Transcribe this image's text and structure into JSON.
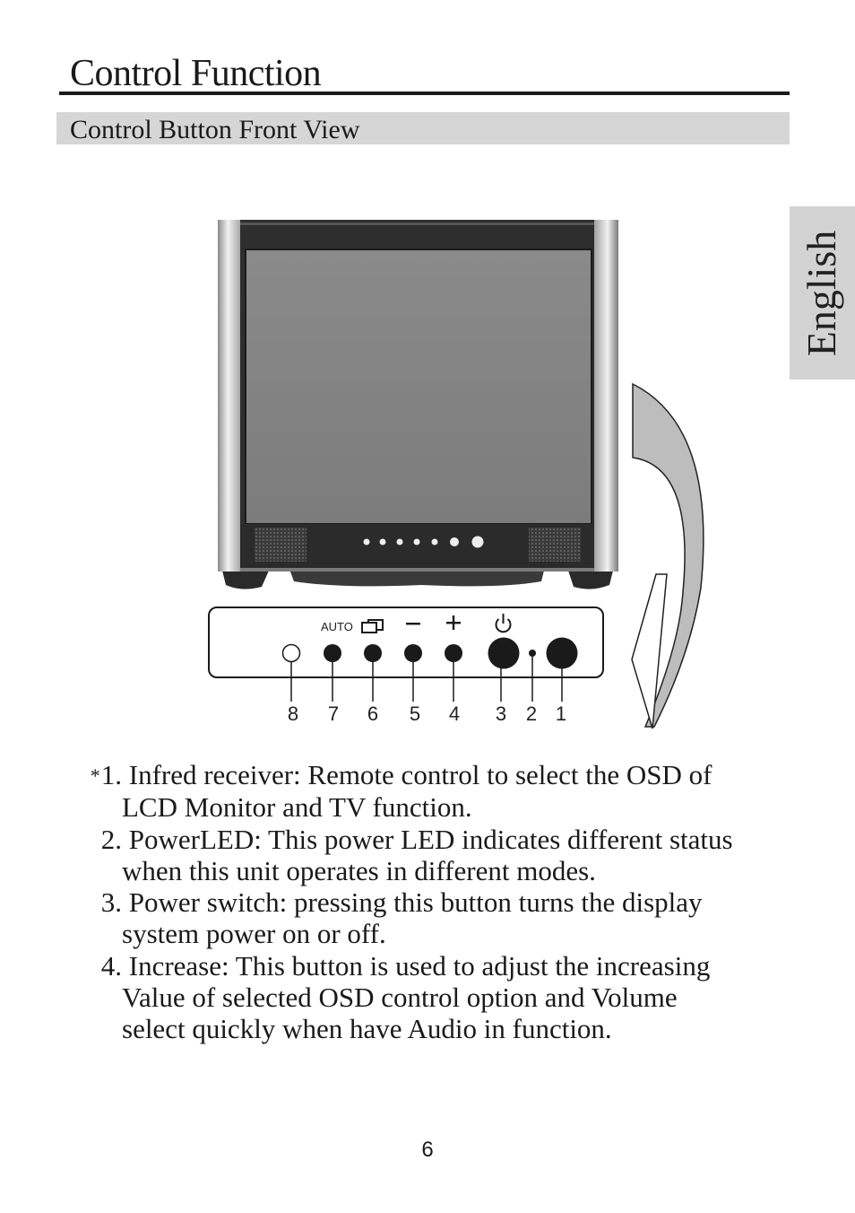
{
  "page": {
    "title": "Control Function",
    "section_title": "Control Button Front View",
    "language_tab": "English",
    "page_number": "6"
  },
  "panel": {
    "icons": [
      {
        "name": "auto-label",
        "text": "AUTO"
      },
      {
        "name": "menu-icon",
        "text": ""
      },
      {
        "name": "minus-icon",
        "text": "−"
      },
      {
        "name": "plus-icon",
        "text": "+"
      },
      {
        "name": "power-icon",
        "text": ""
      }
    ],
    "callouts": [
      "8",
      "7",
      "6",
      "5",
      "4",
      "3",
      "2",
      "1"
    ]
  },
  "descriptions": [
    {
      "star": "*",
      "number": "1.",
      "lines": [
        "Infred receiver: Remote control to select the OSD of",
        "LCD Monitor and TV function."
      ]
    },
    {
      "star": "",
      "number": "2.",
      "lines": [
        "PowerLED: This power LED indicates different status",
        "when this unit operates in different modes."
      ]
    },
    {
      "star": "",
      "number": "3.",
      "lines": [
        "Power switch: pressing this button turns the display",
        "system power on or off."
      ]
    },
    {
      "star": "",
      "number": "4.",
      "lines": [
        "Increase: This button is used to adjust the increasing",
        "Value of selected OSD control option and Volume",
        "select quickly when have Audio in function."
      ]
    }
  ]
}
